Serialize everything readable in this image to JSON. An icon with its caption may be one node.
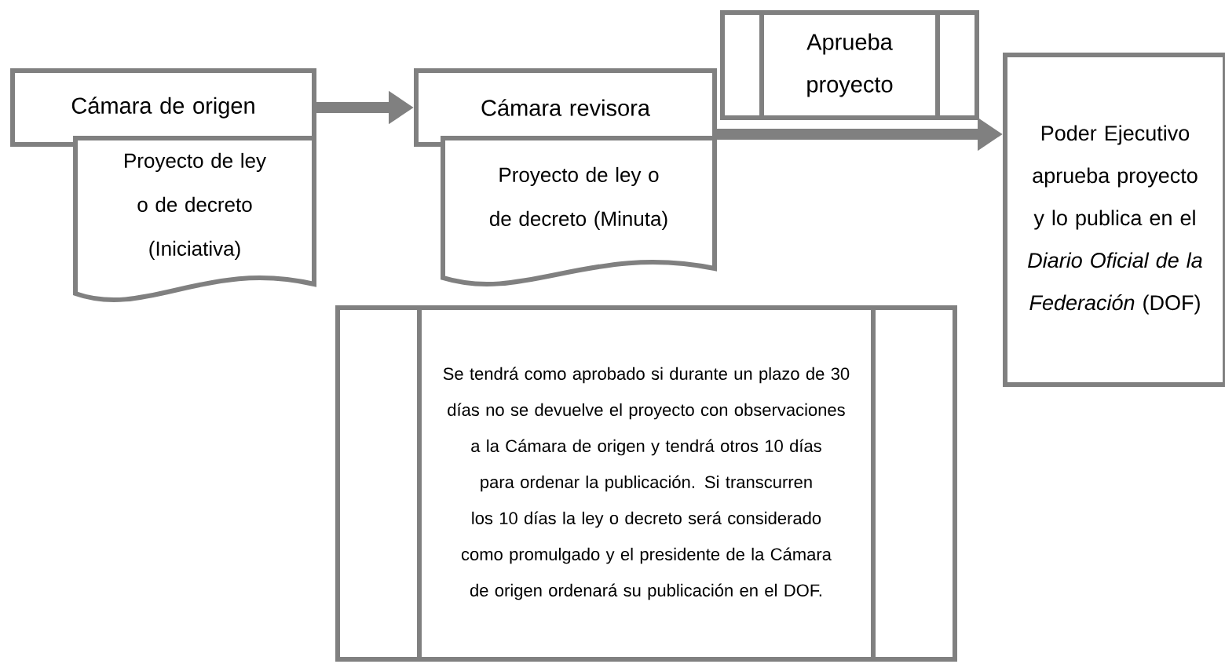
{
  "diagram": {
    "nodes": [
      {
        "text": [
          "Cámara de origen"
        ]
      },
      {
        "text": [
          "Proyecto de ley o de decreto (Iniciativa)"
        ]
      },
      {
        "text": [
          "Cámara revisora"
        ]
      },
      {
        "text": [
          "Proyecto de ley o de decreto (Minuta)"
        ]
      },
      {
        "text": [
          "Aprueba proyecto"
        ]
      },
      {
        "text": [
          "Poder Ejecutivo aprueba proyecto y lo publica en el *Diario Oficial de la Federación* (DOF)"
        ]
      },
      {
        "text": [
          "Se tendrá como aprobado si durante un plazo de 30 días no se devuelve el proyecto con observaciones a la Cámara de origen y tendrá otros 10 días para ordenar la publicación. Si transcurren los 10 días la ley o decreto será considerado como promulgado y el presidente de la Cámara de origen ordenará su publicación en el DOF."
        ]
      }
    ],
    "edges": [
      {
        "from": 0,
        "to": 2,
        "arrow": "to"
      },
      {
        "from": 2,
        "to": 5,
        "arrow": "to"
      }
    ]
  }
}
